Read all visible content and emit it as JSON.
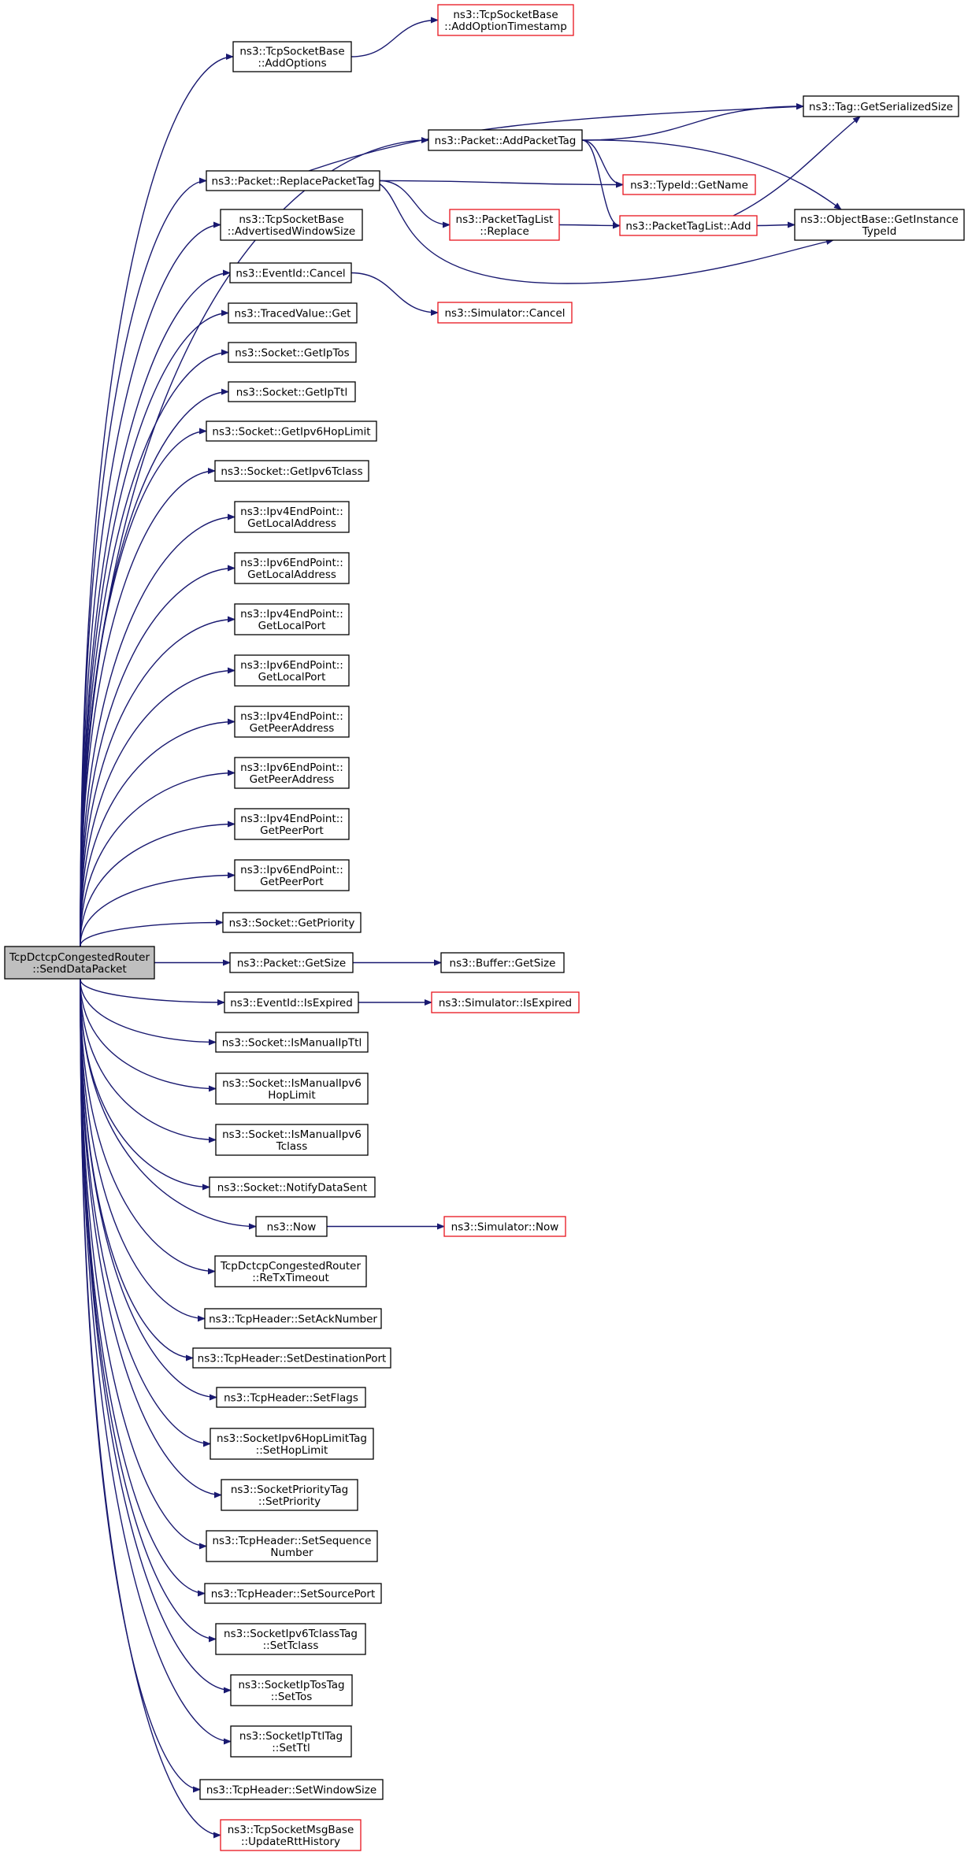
{
  "colors": {
    "edge": "#191970",
    "red_border": "#e8141d",
    "root_fill": "#bfbfbf",
    "border": "#000000"
  },
  "nodes": [
    {
      "id": "root",
      "lines": [
        "TcpDctcpCongestedRouter",
        "::SendDataPacket"
      ],
      "style": "root"
    },
    {
      "id": "addopttime",
      "lines": [
        "ns3::TcpSocketBase",
        "::AddOptionTimestamp"
      ],
      "style": "red"
    },
    {
      "id": "addoptions",
      "lines": [
        "ns3::TcpSocketBase",
        "::AddOptions"
      ],
      "style": "normal"
    },
    {
      "id": "tagsize",
      "lines": [
        "ns3::Tag::GetSerializedSize"
      ],
      "style": "normal"
    },
    {
      "id": "addpackettag",
      "lines": [
        "ns3::Packet::AddPacketTag"
      ],
      "style": "normal"
    },
    {
      "id": "replacepackettag",
      "lines": [
        "ns3::Packet::ReplacePacketTag"
      ],
      "style": "normal"
    },
    {
      "id": "getname",
      "lines": [
        "ns3::TypeId::GetName"
      ],
      "style": "red"
    },
    {
      "id": "ptlreplace",
      "lines": [
        "ns3::PacketTagList",
        "::Replace"
      ],
      "style": "red"
    },
    {
      "id": "ptladd",
      "lines": [
        "ns3::PacketTagList::Add"
      ],
      "style": "red"
    },
    {
      "id": "getinstance",
      "lines": [
        "ns3::ObjectBase::GetInstance",
        "TypeId"
      ],
      "style": "normal"
    },
    {
      "id": "advwin",
      "lines": [
        "ns3::TcpSocketBase",
        "::AdvertisedWindowSize"
      ],
      "style": "normal"
    },
    {
      "id": "evcancel",
      "lines": [
        "ns3::EventId::Cancel"
      ],
      "style": "normal"
    },
    {
      "id": "simcancel",
      "lines": [
        "ns3::Simulator::Cancel"
      ],
      "style": "red"
    },
    {
      "id": "tracedget",
      "lines": [
        "ns3::TracedValue::Get"
      ],
      "style": "normal"
    },
    {
      "id": "getiptos",
      "lines": [
        "ns3::Socket::GetIpTos"
      ],
      "style": "normal"
    },
    {
      "id": "getipttl",
      "lines": [
        "ns3::Socket::GetIpTtl"
      ],
      "style": "normal"
    },
    {
      "id": "getipv6hop",
      "lines": [
        "ns3::Socket::GetIpv6HopLimit"
      ],
      "style": "normal"
    },
    {
      "id": "getipv6tclass",
      "lines": [
        "ns3::Socket::GetIpv6Tclass"
      ],
      "style": "normal"
    },
    {
      "id": "ipv4localaddr",
      "lines": [
        "ns3::Ipv4EndPoint::",
        "GetLocalAddress"
      ],
      "style": "normal"
    },
    {
      "id": "ipv6localaddr",
      "lines": [
        "ns3::Ipv6EndPoint::",
        "GetLocalAddress"
      ],
      "style": "normal"
    },
    {
      "id": "ipv4localport",
      "lines": [
        "ns3::Ipv4EndPoint::",
        "GetLocalPort"
      ],
      "style": "normal"
    },
    {
      "id": "ipv6localport",
      "lines": [
        "ns3::Ipv6EndPoint::",
        "GetLocalPort"
      ],
      "style": "normal"
    },
    {
      "id": "ipv4peeraddr",
      "lines": [
        "ns3::Ipv4EndPoint::",
        "GetPeerAddress"
      ],
      "style": "normal"
    },
    {
      "id": "ipv6peeraddr",
      "lines": [
        "ns3::Ipv6EndPoint::",
        "GetPeerAddress"
      ],
      "style": "normal"
    },
    {
      "id": "ipv4peerport",
      "lines": [
        "ns3::Ipv4EndPoint::",
        "GetPeerPort"
      ],
      "style": "normal"
    },
    {
      "id": "ipv6peerport",
      "lines": [
        "ns3::Ipv6EndPoint::",
        "GetPeerPort"
      ],
      "style": "normal"
    },
    {
      "id": "getpriority",
      "lines": [
        "ns3::Socket::GetPriority"
      ],
      "style": "normal"
    },
    {
      "id": "pktgetsize",
      "lines": [
        "ns3::Packet::GetSize"
      ],
      "style": "normal"
    },
    {
      "id": "bufgetsize",
      "lines": [
        "ns3::Buffer::GetSize"
      ],
      "style": "normal"
    },
    {
      "id": "isexpired",
      "lines": [
        "ns3::EventId::IsExpired"
      ],
      "style": "normal"
    },
    {
      "id": "simisexpired",
      "lines": [
        "ns3::Simulator::IsExpired"
      ],
      "style": "red"
    },
    {
      "id": "ismanualipttl",
      "lines": [
        "ns3::Socket::IsManualIpTtl"
      ],
      "style": "normal"
    },
    {
      "id": "ismanualipv6hop",
      "lines": [
        "ns3::Socket::IsManualIpv6",
        "HopLimit"
      ],
      "style": "normal"
    },
    {
      "id": "ismanualipv6tclass",
      "lines": [
        "ns3::Socket::IsManualIpv6",
        "Tclass"
      ],
      "style": "normal"
    },
    {
      "id": "notifysent",
      "lines": [
        "ns3::Socket::NotifyDataSent"
      ],
      "style": "normal"
    },
    {
      "id": "now",
      "lines": [
        "ns3::Now"
      ],
      "style": "normal"
    },
    {
      "id": "simnow",
      "lines": [
        "ns3::Simulator::Now"
      ],
      "style": "red"
    },
    {
      "id": "retxtimeout",
      "lines": [
        "TcpDctcpCongestedRouter",
        "::ReTxTimeout"
      ],
      "style": "normal"
    },
    {
      "id": "setack",
      "lines": [
        "ns3::TcpHeader::SetAckNumber"
      ],
      "style": "normal"
    },
    {
      "id": "setdestport",
      "lines": [
        "ns3::TcpHeader::SetDestinationPort"
      ],
      "style": "normal"
    },
    {
      "id": "setflags",
      "lines": [
        "ns3::TcpHeader::SetFlags"
      ],
      "style": "normal"
    },
    {
      "id": "sethoplimit",
      "lines": [
        "ns3::SocketIpv6HopLimitTag",
        "::SetHopLimit"
      ],
      "style": "normal"
    },
    {
      "id": "setprio",
      "lines": [
        "ns3::SocketPriorityTag",
        "::SetPriority"
      ],
      "style": "normal"
    },
    {
      "id": "setseq",
      "lines": [
        "ns3::TcpHeader::SetSequence",
        "Number"
      ],
      "style": "normal"
    },
    {
      "id": "setsrcport",
      "lines": [
        "ns3::TcpHeader::SetSourcePort"
      ],
      "style": "normal"
    },
    {
      "id": "settclass",
      "lines": [
        "ns3::SocketIpv6TclassTag",
        "::SetTclass"
      ],
      "style": "normal"
    },
    {
      "id": "settos",
      "lines": [
        "ns3::SocketIpTosTag",
        "::SetTos"
      ],
      "style": "normal"
    },
    {
      "id": "setttl",
      "lines": [
        "ns3::SocketIpTtlTag",
        "::SetTtl"
      ],
      "style": "normal"
    },
    {
      "id": "setwin",
      "lines": [
        "ns3::TcpHeader::SetWindowSize"
      ],
      "style": "normal"
    },
    {
      "id": "updatertt",
      "lines": [
        "ns3::TcpSocketMsgBase",
        "::UpdateRttHistory"
      ],
      "style": "red"
    }
  ],
  "edges": [
    [
      "root",
      "addoptions"
    ],
    [
      "root",
      "addpackettag"
    ],
    [
      "root",
      "replacepackettag"
    ],
    [
      "root",
      "advwin"
    ],
    [
      "root",
      "evcancel"
    ],
    [
      "root",
      "tracedget"
    ],
    [
      "root",
      "getiptos"
    ],
    [
      "root",
      "getipttl"
    ],
    [
      "root",
      "getipv6hop"
    ],
    [
      "root",
      "getipv6tclass"
    ],
    [
      "root",
      "ipv4localaddr"
    ],
    [
      "root",
      "ipv6localaddr"
    ],
    [
      "root",
      "ipv4localport"
    ],
    [
      "root",
      "ipv6localport"
    ],
    [
      "root",
      "ipv4peeraddr"
    ],
    [
      "root",
      "ipv6peeraddr"
    ],
    [
      "root",
      "ipv4peerport"
    ],
    [
      "root",
      "ipv6peerport"
    ],
    [
      "root",
      "getpriority"
    ],
    [
      "root",
      "pktgetsize"
    ],
    [
      "root",
      "isexpired"
    ],
    [
      "root",
      "ismanualipttl"
    ],
    [
      "root",
      "ismanualipv6hop"
    ],
    [
      "root",
      "ismanualipv6tclass"
    ],
    [
      "root",
      "notifysent"
    ],
    [
      "root",
      "now"
    ],
    [
      "root",
      "retxtimeout"
    ],
    [
      "root",
      "setack"
    ],
    [
      "root",
      "setdestport"
    ],
    [
      "root",
      "setflags"
    ],
    [
      "root",
      "sethoplimit"
    ],
    [
      "root",
      "setprio"
    ],
    [
      "root",
      "setseq"
    ],
    [
      "root",
      "setsrcport"
    ],
    [
      "root",
      "settclass"
    ],
    [
      "root",
      "settos"
    ],
    [
      "root",
      "setttl"
    ],
    [
      "root",
      "setwin"
    ],
    [
      "root",
      "updatertt"
    ],
    [
      "addoptions",
      "addopttime"
    ],
    [
      "addpackettag",
      "tagsize"
    ],
    [
      "addpackettag",
      "getname"
    ],
    [
      "addpackettag",
      "ptladd"
    ],
    [
      "addpackettag",
      "getinstance"
    ],
    [
      "replacepackettag",
      "tagsize"
    ],
    [
      "replacepackettag",
      "getname"
    ],
    [
      "replacepackettag",
      "ptlreplace"
    ],
    [
      "replacepackettag",
      "getinstance"
    ],
    [
      "ptlreplace",
      "ptladd"
    ],
    [
      "ptladd",
      "tagsize"
    ],
    [
      "ptladd",
      "getinstance"
    ],
    [
      "evcancel",
      "simcancel"
    ],
    [
      "pktgetsize",
      "bufgetsize"
    ],
    [
      "isexpired",
      "simisexpired"
    ],
    [
      "now",
      "simnow"
    ]
  ]
}
